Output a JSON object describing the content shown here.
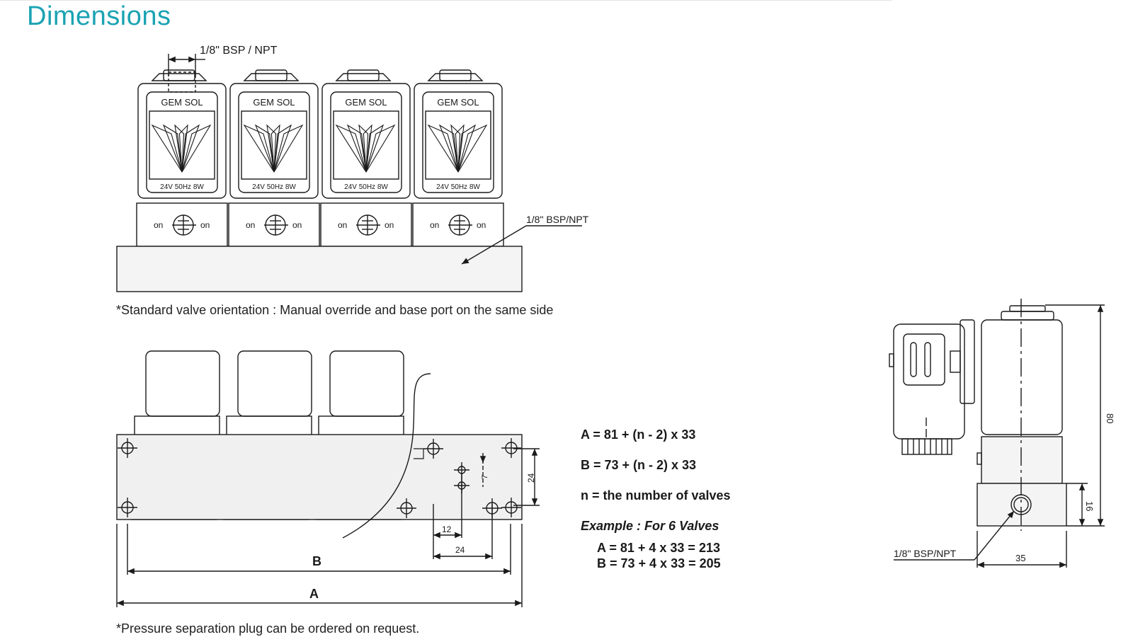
{
  "title": "Dimensions",
  "front_view": {
    "port_label_top": "1/8\" BSP / NPT",
    "port_label_side": "1/8\" BSP/NPT",
    "brand_label": "GEM SOL",
    "rating_label": "24V 50Hz 8W",
    "override_label": "on",
    "valve_count": 4
  },
  "orientation_note": "*Standard valve orientation : Manual override and base port on the same side",
  "bottom_view": {
    "dim_12": "12",
    "dim_24_h": "24",
    "dim_24_v": "24",
    "dim_7": "7",
    "label_b": "B",
    "label_a": "A",
    "valve_count": 3
  },
  "formulas": {
    "a": "A = 81 + (n - 2) x 33",
    "b": "B = 73 + (n - 2) x 33",
    "n": "n = the number of valves",
    "example_title": "Example : For 6 Valves",
    "example_a": "A = 81 + 4 x 33 = 213",
    "example_b": "B = 73 + 4 x 33 = 205"
  },
  "side_view": {
    "dim_80": "80",
    "dim_16": "16",
    "dim_35": "35",
    "port_label": "1/8\" BSP/NPT"
  },
  "plug_note": "*Pressure separation plug can be ordered on request."
}
